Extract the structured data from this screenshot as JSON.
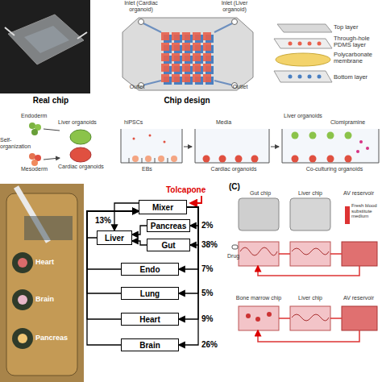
{
  "diagram": {
    "nodes": [
      {
        "text": [
          "Mixer"
        ]
      },
      {
        "text": [
          "Liver"
        ]
      },
      {
        "text": [
          "Pancreas"
        ]
      },
      {
        "text": [
          "Gut"
        ]
      },
      {
        "text": [
          "Endo"
        ]
      },
      {
        "text": [
          "Lung"
        ]
      },
      {
        "text": [
          "Heart"
        ]
      },
      {
        "text": [
          "Brain"
        ]
      }
    ],
    "edges": [
      {
        "from": 0,
        "to": 1,
        "arrow": "to",
        "label": "13%"
      },
      {
        "from": 0,
        "to": 2,
        "arrow": "to",
        "label": "2%"
      },
      {
        "from": 0,
        "to": 3,
        "arrow": "to",
        "label": "38%"
      },
      {
        "from": 2,
        "to": 1,
        "arrow": "to"
      },
      {
        "from": 3,
        "to": 1,
        "arrow": "to"
      },
      {
        "from": 1,
        "to": 0,
        "arrow": "to"
      },
      {
        "from": 0,
        "to": 4,
        "arrow": "to",
        "label": "7%"
      },
      {
        "from": 0,
        "to": 5,
        "arrow": "to",
        "label": "5%"
      },
      {
        "from": 0,
        "to": 6,
        "arrow": "to",
        "label": "9%"
      },
      {
        "from": 0,
        "to": 7,
        "arrow": "to",
        "label": "26%"
      },
      {
        "from": 4,
        "to": 0,
        "arrow": "to"
      },
      {
        "from": 5,
        "to": 0,
        "arrow": "to"
      },
      {
        "from": 6,
        "to": 0,
        "arrow": "to"
      },
      {
        "from": 7,
        "to": 0,
        "arrow": "to"
      }
    ],
    "labels": [
      "Real chip",
      "Chip design",
      "Inlet (Cardiac organoid)",
      "Inlet (Liver organoid)",
      "Outlet",
      "Outlet",
      "Top layer",
      "Through-hole PDMS layer",
      "Polycarbonate membrane",
      "Bottom layer",
      "Endoderm",
      "Self-organization",
      "Mesoderm",
      "Liver organoids",
      "Cardiac organoids",
      "hiPSCs",
      "Media",
      "EBs",
      "Liver organoids",
      "Clomipramine",
      "Cardiac organoids",
      "Co-culturing organoids",
      "Heart",
      "Brain",
      "Pancreas",
      "Tolcapone",
      "(C)",
      "Gut chip",
      "Liver chip",
      "AV reservoir",
      "Fresh blood substitute medium",
      "Drug",
      "Bone marrow chip",
      "Liver chip",
      "AV reservoir"
    ]
  }
}
